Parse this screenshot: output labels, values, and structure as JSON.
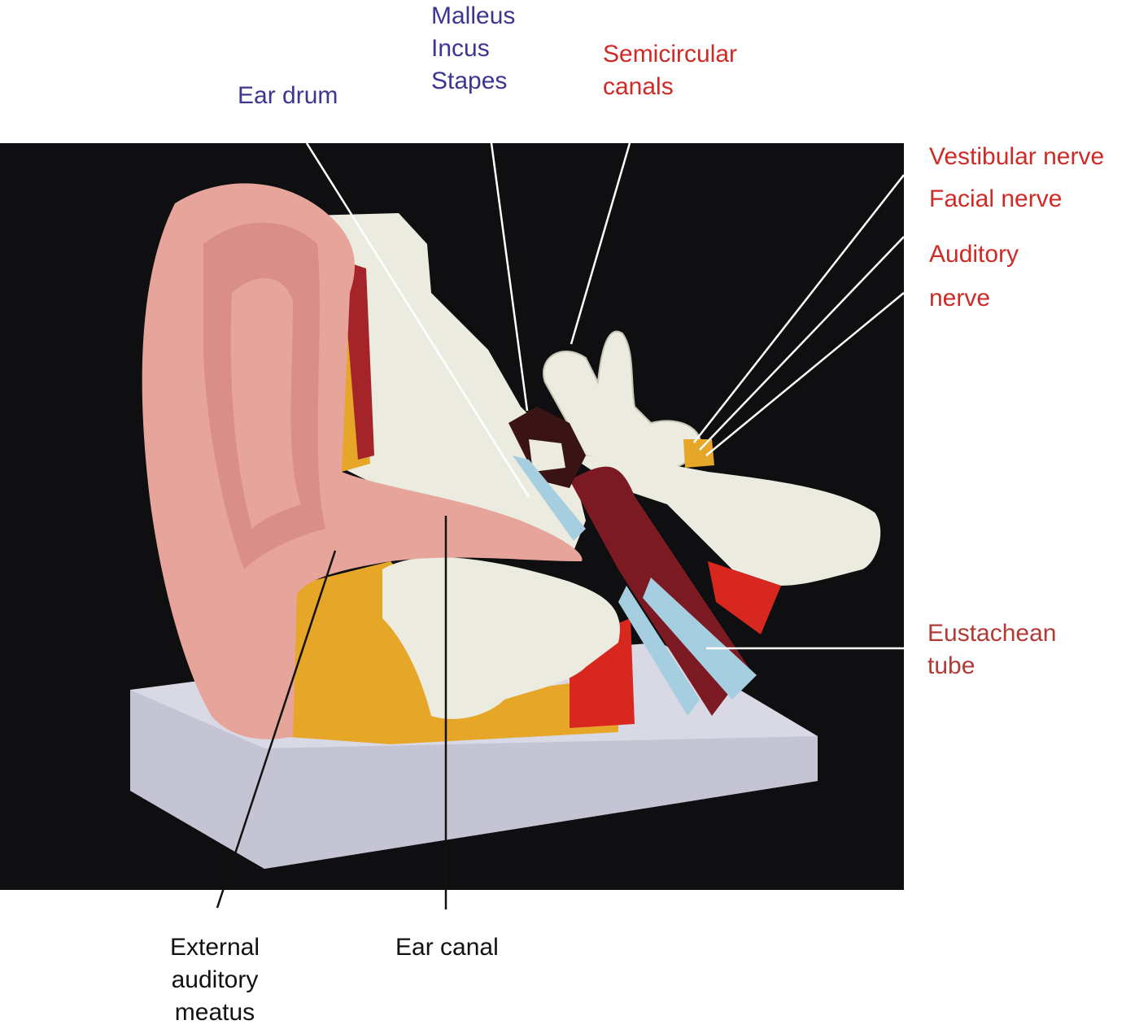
{
  "colors": {
    "background": "#0f0f11",
    "middle_ear_label": "#3d3592",
    "inner_ear_label": "#cf2a26",
    "tube_label": "#b23a34",
    "outer_label": "#111111",
    "skin": "#e6a49b",
    "bone": "#ecebdf",
    "fat": "#e6a628",
    "muscle": "#d8271f",
    "cartilage": "#a5cfe0",
    "base": "#d9d9e6",
    "tube": "#7b1a22"
  },
  "labels": {
    "ear_drum": "Ear drum",
    "ossicles": [
      "Malleus",
      "Incus",
      "Stapes"
    ],
    "semicircular": [
      "Semicircular",
      "canals"
    ],
    "vestibular_nerve": "Vestibular nerve",
    "facial_nerve": "Facial nerve",
    "auditory_nerve": [
      "Auditory",
      "nerve"
    ],
    "eustachean": [
      "Eustachean",
      "tube"
    ],
    "external_meatus": [
      "External",
      "auditory",
      "meatus"
    ],
    "ear_canal": "Ear canal"
  }
}
